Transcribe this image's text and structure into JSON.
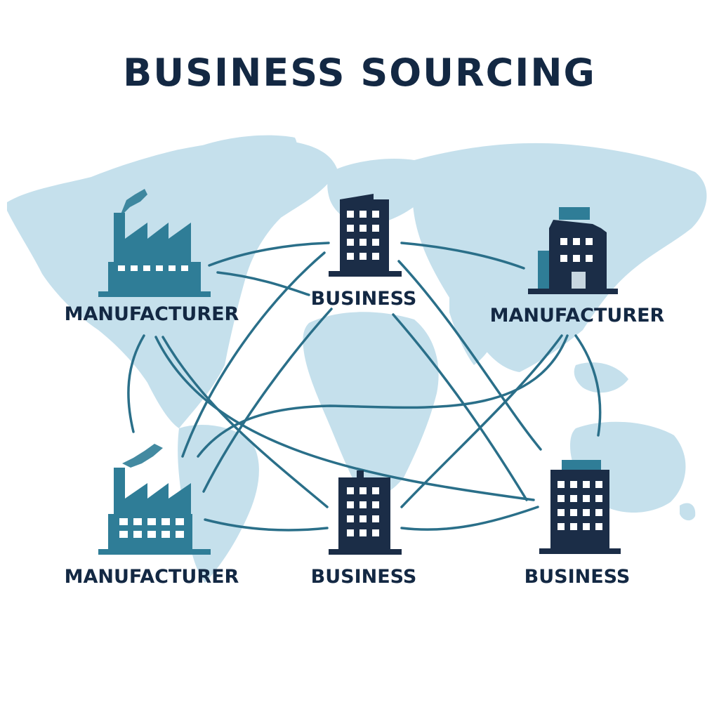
{
  "title": "BUSINESS SOURCING",
  "nodes": [
    {
      "id": "mfr-top-left",
      "type": "manufacturer",
      "label": "MANUFACTURER"
    },
    {
      "id": "biz-top-center",
      "type": "business",
      "label": "BUSINESS"
    },
    {
      "id": "mfr-top-right",
      "type": "manufacturer",
      "label": "MANUFACTURER"
    },
    {
      "id": "mfr-bottom-left",
      "type": "manufacturer",
      "label": "MANUFACTURER"
    },
    {
      "id": "biz-bottom-center",
      "type": "business",
      "label": "BUSINESS"
    },
    {
      "id": "biz-bottom-right",
      "type": "business",
      "label": "BUSINESS"
    }
  ],
  "icons": {
    "manufacturer": "factory-icon",
    "business": "office-building-icon"
  },
  "colors": {
    "title": "#132843",
    "label": "#132843",
    "building": "#1b2d47",
    "factory": "#2f7d97",
    "link": "#2a6f89",
    "map": "#c5e0ec"
  }
}
